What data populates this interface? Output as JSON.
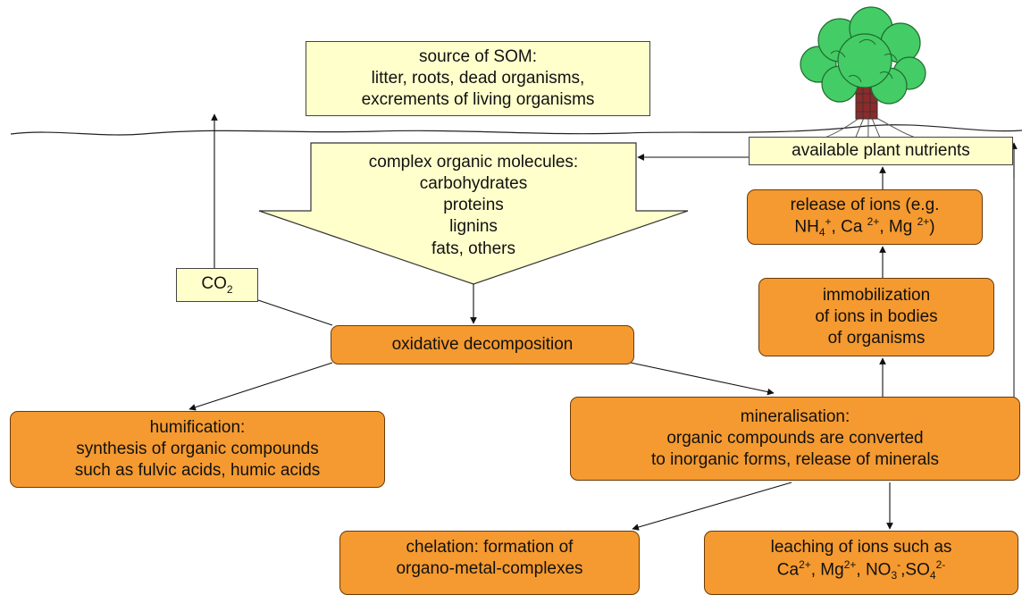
{
  "source": {
    "line1": "source of SOM:",
    "line2": "litter, roots, dead organisms,",
    "line3": "excrements of living organisms"
  },
  "complex": {
    "line1": "complex organic molecules:",
    "line2": "carbohydrates",
    "line3": "proteins",
    "line4": "lignins",
    "line5": "fats, others"
  },
  "co2": {
    "main": "CO",
    "sub": "2"
  },
  "nutrients": {
    "label": "available plant nutrients"
  },
  "release": {
    "line1": "release of ions (e.g.",
    "nh": "NH",
    "nh_sub": "4",
    "nh_sup": "+",
    "ca": ", Ca ",
    "ca_sup": "2+",
    "mg": ", Mg ",
    "mg_sup": "2+",
    "close": ")"
  },
  "immobilization": {
    "line1": "immobilization",
    "line2": "of ions in bodies",
    "line3": "of organisms"
  },
  "oxidative": {
    "label": "oxidative decomposition"
  },
  "humification": {
    "line1": "humification:",
    "line2": "synthesis of organic compounds",
    "line3": "such as fulvic acids, humic acids"
  },
  "mineralisation": {
    "line1": "mineralisation:",
    "line2": "organic compounds are converted",
    "line3": "to inorganic forms, release of minerals"
  },
  "chelation": {
    "line1": "chelation: formation of",
    "line2": "organo-metal-complexes"
  },
  "leaching": {
    "line1": "leaching of ions such as",
    "ca": "Ca",
    "ca_sup": "2+",
    "mg": ", Mg",
    "mg_sup": "2+",
    "no": ", NO",
    "no_sub": "3",
    "no_sup": "-",
    "so": ",SO",
    "so_sub": "4",
    "so_sup": "2-"
  },
  "colors": {
    "orange_box": "#f59a30",
    "yellow_box": "#ffffcc",
    "tree_canopy": "#44cc66",
    "tree_trunk": "#8b2b2b",
    "lines": "#111111"
  },
  "icons": {
    "tree": "tree-icon"
  }
}
